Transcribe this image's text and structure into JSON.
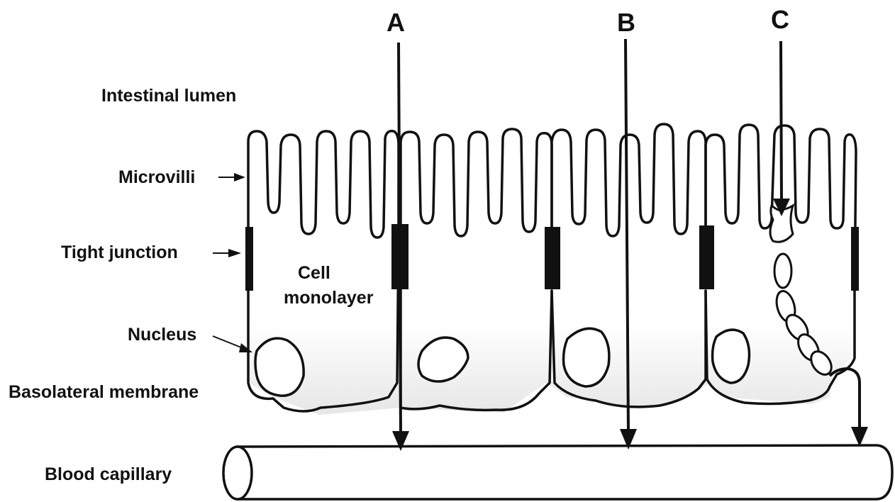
{
  "labels": {
    "intestinal_lumen": "Intestinal lumen",
    "microvilli": "Microvilli",
    "tight_junction": "Tight junction",
    "cell_monolayer_line1": "Cell",
    "cell_monolayer_line2": "monolayer",
    "nucleus": "Nucleus",
    "basolateral_membrane": "Basolateral membrane",
    "blood_capillary": "Blood capillary"
  },
  "routes": {
    "a": "A",
    "b": "B",
    "c": "C"
  },
  "colors": {
    "stroke": "#111111",
    "cytoplasm_gradient_top": "#ffffff",
    "cytoplasm_gradient_bottom": "#e9e9e9"
  }
}
